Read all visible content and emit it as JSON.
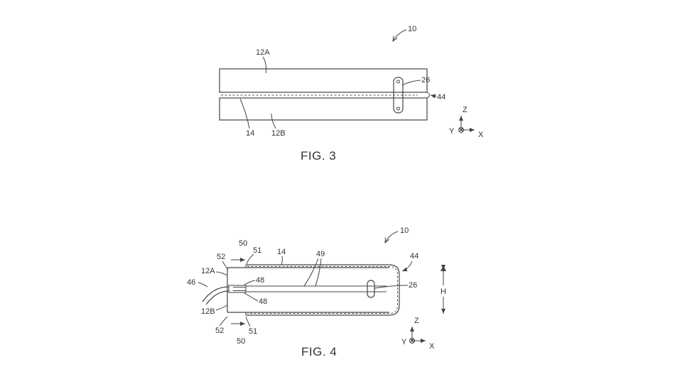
{
  "fig3": {
    "caption": "FIG. 3",
    "labels": {
      "device": "10",
      "top_panel": "12A",
      "bottom_panel": "12B",
      "hinge": "14",
      "clip": "26",
      "cover": "44"
    },
    "axes": {
      "z": "Z",
      "y": "Y",
      "x": "X"
    }
  },
  "fig4": {
    "caption": "FIG. 4",
    "labels": {
      "device": "10",
      "cover": "44",
      "top_arrow": "50",
      "top_edge": "51",
      "top_face": "52",
      "hinge": "14",
      "fold": "49",
      "top_panel": "12A",
      "cable": "46",
      "connector_top": "48",
      "connector_bottom": "48",
      "clip": "26",
      "bottom_panel": "12B",
      "bottom_face": "52",
      "bottom_edge": "51",
      "bottom_arrow": "50",
      "height": "H"
    },
    "axes": {
      "z": "Z",
      "y": "Y",
      "x": "X"
    }
  }
}
